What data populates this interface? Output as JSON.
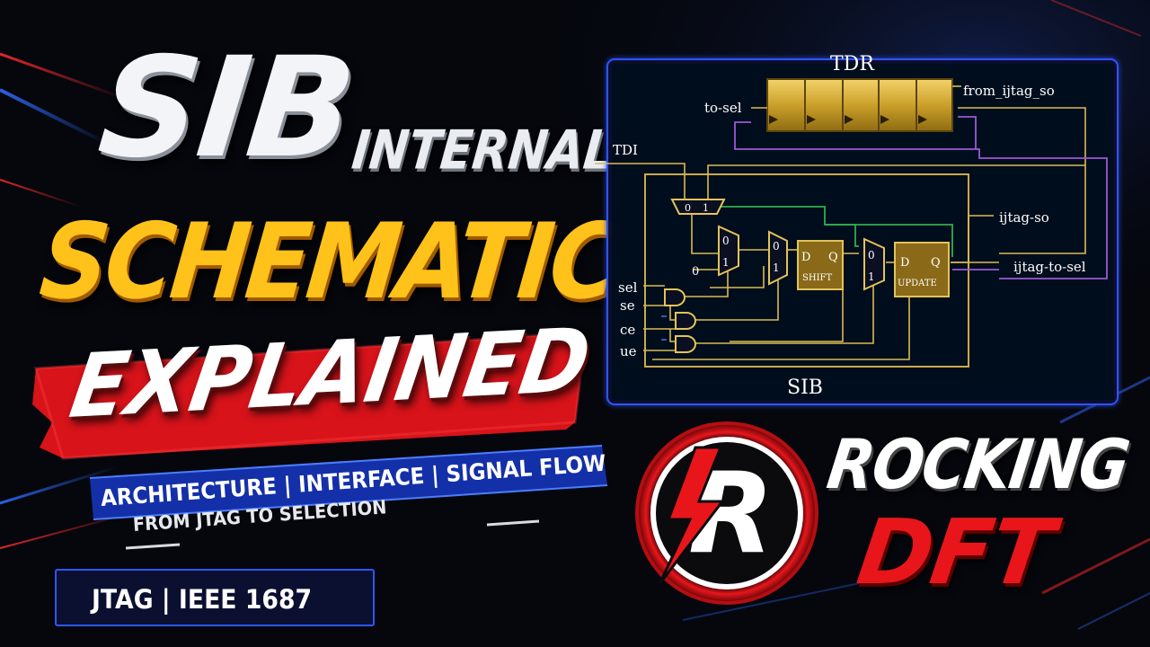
{
  "headline": {
    "line1": "SIB",
    "line1_suffix": "INTERNAL",
    "line2": "SCHEMATIC",
    "line3": "EXPLAINED"
  },
  "banners": {
    "topics": "ARCHITECTURE | INTERFACE | SIGNAL FLOW",
    "subtitle": "FROM JTAG TO SELECTION",
    "standards": "JTAG  |  IEEE 1687"
  },
  "diagram": {
    "title_top": "TDR",
    "title_bottom": "SIB",
    "labels": {
      "from_ijtag_so": "from_ijtag_so",
      "to_sel": "to-sel",
      "tdi": "TDI",
      "ijtag_so": "ijtag-so",
      "ijtag_to_sel": "ijtag-to-sel",
      "sel": "sel",
      "se": "se",
      "ce": "ce",
      "ue": "ue",
      "zero_input": "0"
    },
    "mux_labels": {
      "zero": "0",
      "one": "1"
    },
    "blocks": {
      "shift": {
        "d": "D",
        "q": "Q",
        "name": "SHIFT"
      },
      "update": {
        "d": "D",
        "q": "Q",
        "name": "UPDATE"
      }
    },
    "colors": {
      "frame": "#2f55ff",
      "wire_gold": "#e1c45a",
      "wire_purple": "#9a5ad8",
      "wire_green": "#2fae4e",
      "block_gold": "#8a6a18",
      "tdr_gold": "#d8ae2e"
    }
  },
  "logo": {
    "letter": "R",
    "line1": "ROCKING",
    "line2": "DFT",
    "colors": {
      "red": "#e8161b",
      "white": "#ffffff"
    }
  },
  "colors": {
    "background": "#05070d",
    "headline_yellow": "#ffc21a",
    "banner_red": "#d8131a",
    "banner_blue": "#1430a8"
  }
}
